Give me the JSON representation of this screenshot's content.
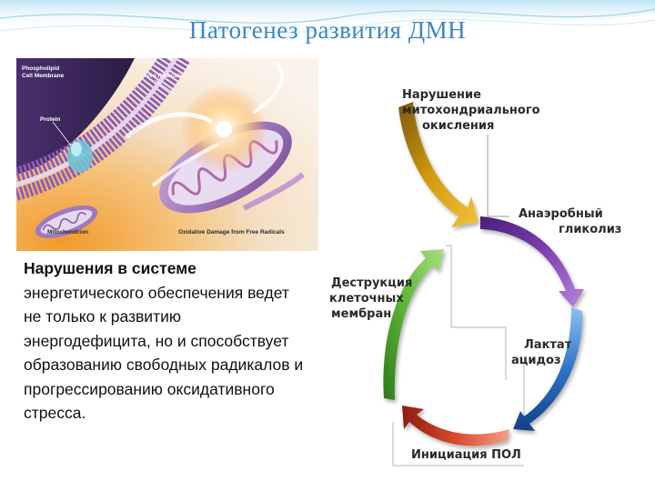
{
  "title": "Патогенез развития ДМН",
  "illustration": {
    "labels": {
      "phospholipid_1": "Phospholipid",
      "phospholipid_2": "Cell Membrane",
      "free_radicals": "Free Radicals",
      "protein": "Protein",
      "mitochondrion": "Mitochondrion",
      "oxidative_damage": "Oxidative Damage from Free Radicals"
    }
  },
  "body": {
    "lead": "Нарушения в системе",
    "rest": "энергетического обеспечения ведет не только к развитию энергодефицита, но и способствует образованию свободных радикалов и прогрессированию оксидативного стресса."
  },
  "cycle": {
    "mito_1": "Нарушение",
    "mito_2": "митохондриального",
    "mito_3": "окисления",
    "anaerobic_1": "Анаэробный",
    "anaerobic_2": "гликолиз",
    "lactate_1": "Лактат",
    "lactate_2": "ацидоз",
    "pol": "Инициация ПОЛ",
    "destruct_1": "Деструкция",
    "destruct_2": "клеточных",
    "destruct_3": "мембран"
  },
  "colors": {
    "title": "#3a86c8",
    "arrow_mito": "#d49a12",
    "arrow_glycolysis": "#7d3fb0",
    "arrow_lactate": "#2f74c8",
    "arrow_pol": "#d84a2a",
    "arrow_membrane": "#5fb636"
  }
}
